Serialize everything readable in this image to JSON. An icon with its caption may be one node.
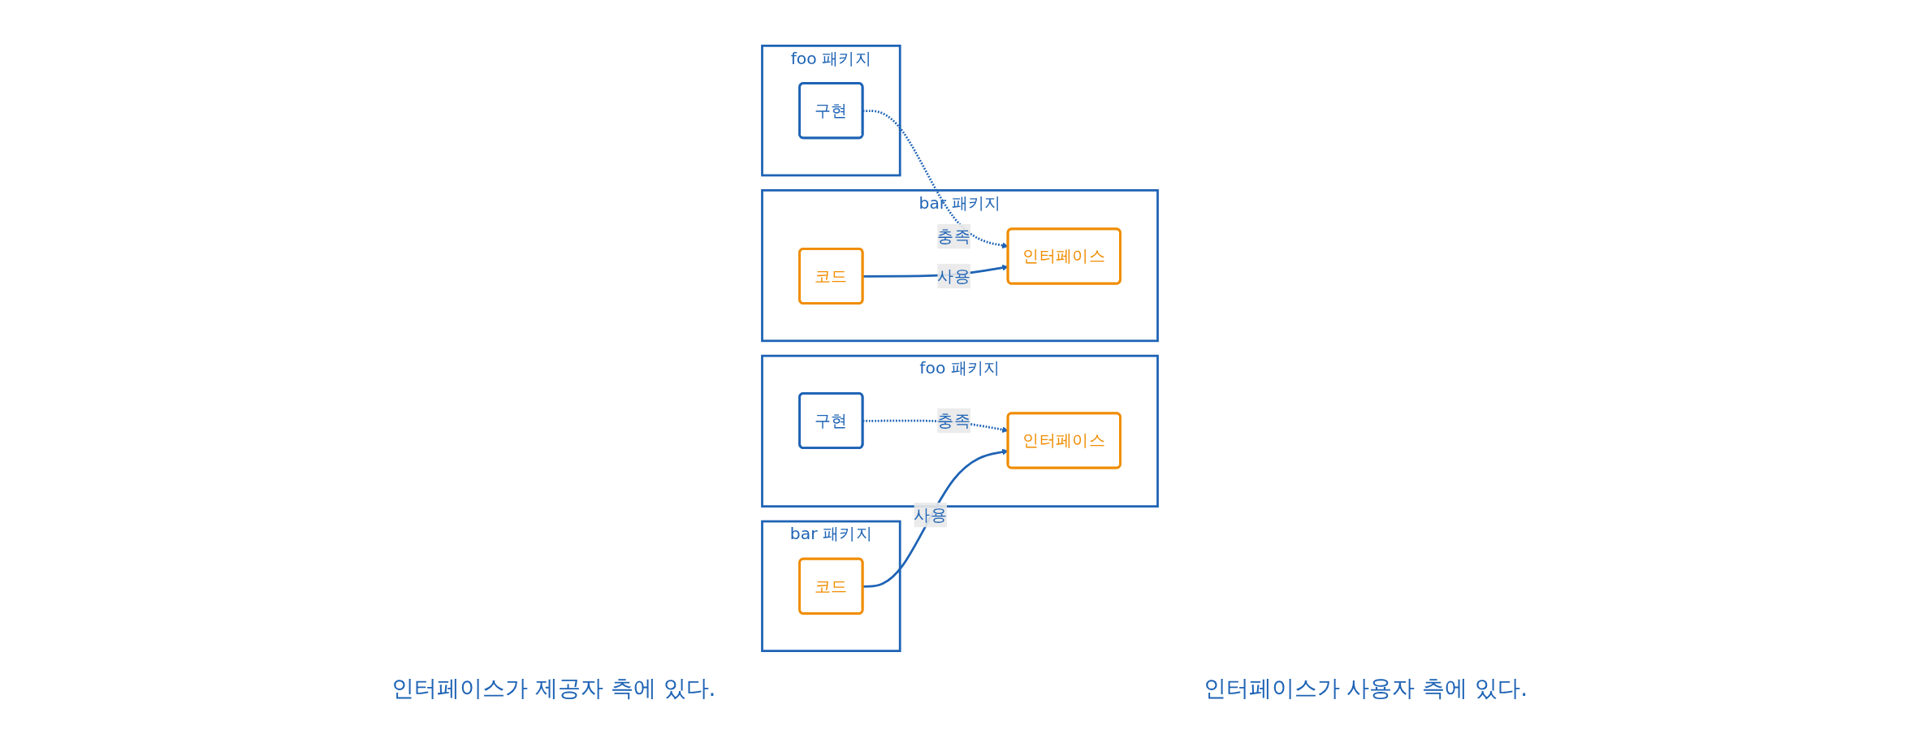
{
  "diagram": {
    "nodes": [
      {
        "text": [
          "foo 패키지"
        ]
      },
      {
        "text": [
          "구현"
        ],
        "in": 0
      },
      {
        "text": [
          "인터페이스"
        ],
        "in": 0
      },
      {
        "text": [
          "bar 패키지"
        ]
      },
      {
        "text": [
          "코드"
        ],
        "in": 3
      },
      {
        "text": [
          "foo 패키지"
        ]
      },
      {
        "text": [
          "구현"
        ],
        "in": 5
      },
      {
        "text": [
          "bar 패키지"
        ]
      },
      {
        "text": [
          "인터페이스"
        ],
        "in": 7
      },
      {
        "text": [
          "코드"
        ],
        "in": 7
      }
    ],
    "edges": [
      {
        "from": 1,
        "to": 2,
        "arrow": "to",
        "label": "충족",
        "style": "dashed"
      },
      {
        "from": 4,
        "to": 2,
        "arrow": "to",
        "label": "사용"
      },
      {
        "from": 6,
        "to": 8,
        "arrow": "to",
        "label": "충족",
        "style": "dashed"
      },
      {
        "from": 9,
        "to": 8,
        "arrow": "to",
        "label": "사용"
      }
    ],
    "labels": [
      "인터페이스가 제공자 측에 있다.",
      "인터페이스가 사용자 측에 있다."
    ]
  }
}
